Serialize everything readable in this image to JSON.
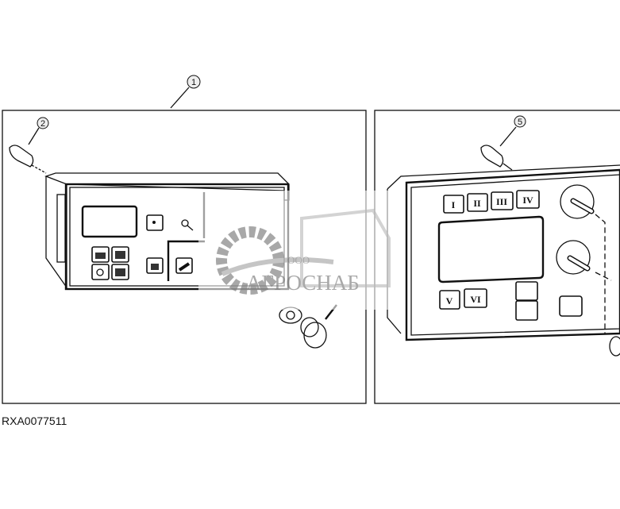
{
  "callouts": {
    "c1": "1",
    "c2": "2",
    "c5": "5"
  },
  "figure_id": "RXA0077511",
  "right_panel": {
    "top_buttons": [
      "I",
      "II",
      "III",
      "IV"
    ],
    "bottom_buttons": [
      "V",
      "VI"
    ]
  },
  "watermark": {
    "prefix": "ООО",
    "name": "АГРОСНАБ"
  }
}
